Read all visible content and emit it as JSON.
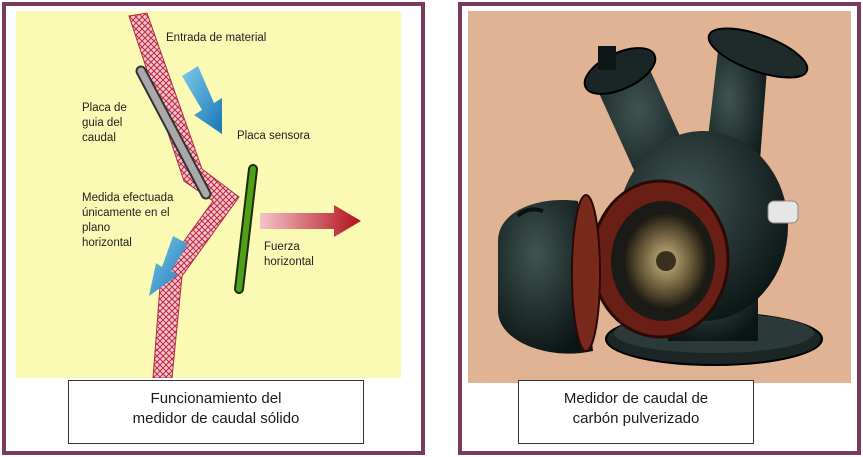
{
  "left_panel": {
    "labels": {
      "inlet": "Entrada de material",
      "guide_plate": [
        "Placa de",
        "guia del",
        "caudal"
      ],
      "sensor_plate": "Placa sensora",
      "measurement": [
        "Medida efectuada",
        "únicamente en el",
        "plano",
        "horizontal"
      ],
      "force": [
        "Fuerza",
        "horizontal"
      ]
    },
    "caption": [
      "Funcionamiento del",
      "medidor de caudal sólido"
    ]
  },
  "right_panel": {
    "caption": [
      "Medidor de caudal de",
      "carbón pulverizado"
    ]
  }
}
